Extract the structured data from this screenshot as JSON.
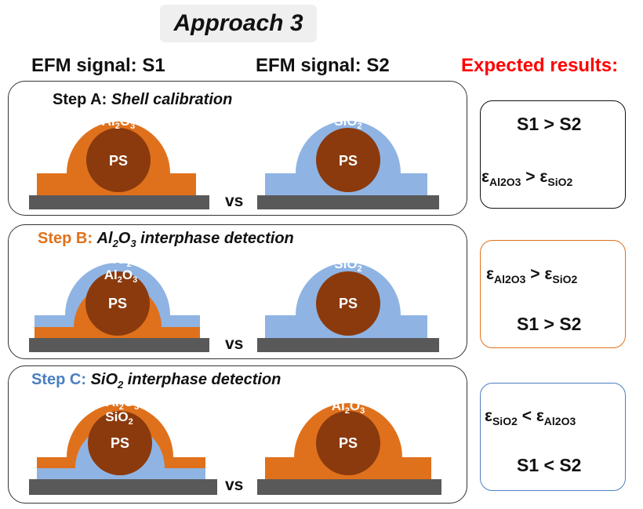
{
  "title": "Approach 3",
  "headers": {
    "col1": "EFM signal: S1",
    "col2": "EFM signal: S2",
    "expected": "Expected results:"
  },
  "labels": {
    "ps": "PS",
    "vs": "vs",
    "al2o3_base": "Al",
    "al2o3_sub1": "2",
    "al2o3_o": "O",
    "al2o3_sub2": "3",
    "sio2_base": "SiO",
    "sio2_sub": "2"
  },
  "steps": {
    "a": {
      "prefix": "Step A:",
      "name": "Shell  calibration"
    },
    "b": {
      "prefix": "Step B:",
      "name_pre": "Al",
      "name_sub1": "2",
      "name_mid": "O",
      "name_sub2": "3",
      "name_post": " interphase detection"
    },
    "c": {
      "prefix": "Step C:",
      "name_pre": "SiO",
      "name_sub": "2",
      "name_post": " interphase detection"
    }
  },
  "results": {
    "a": {
      "top": "S1 > S2",
      "eps_left": "ε",
      "sub_left": "Al2O3",
      "op": ">",
      "eps_right": "ε",
      "sub_right": "SiO2"
    },
    "b": {
      "eps_left": "ε",
      "sub_left": "Al2O3",
      "op": ">",
      "eps_right": "ε",
      "sub_right": "SiO2",
      "bottom": "S1 > S2"
    },
    "c": {
      "eps_left": "ε",
      "sub_left": "SiO2",
      "op": "<",
      "eps_right": "ε",
      "sub_right": "Al2O3",
      "bottom": "S1 < S2"
    }
  },
  "colors": {
    "al2o3": "#e0711c",
    "sio2": "#8fb4e3",
    "ps_core": "#8b3a0e",
    "substrate": "#595959",
    "arrow": "#ff0000",
    "step_a_text": "#111111",
    "step_b_text": "#e0711c",
    "step_c_text": "#4a7fc1",
    "border_a": "#111111",
    "border_b": "#e0711c",
    "border_c": "#4a7fc1"
  }
}
